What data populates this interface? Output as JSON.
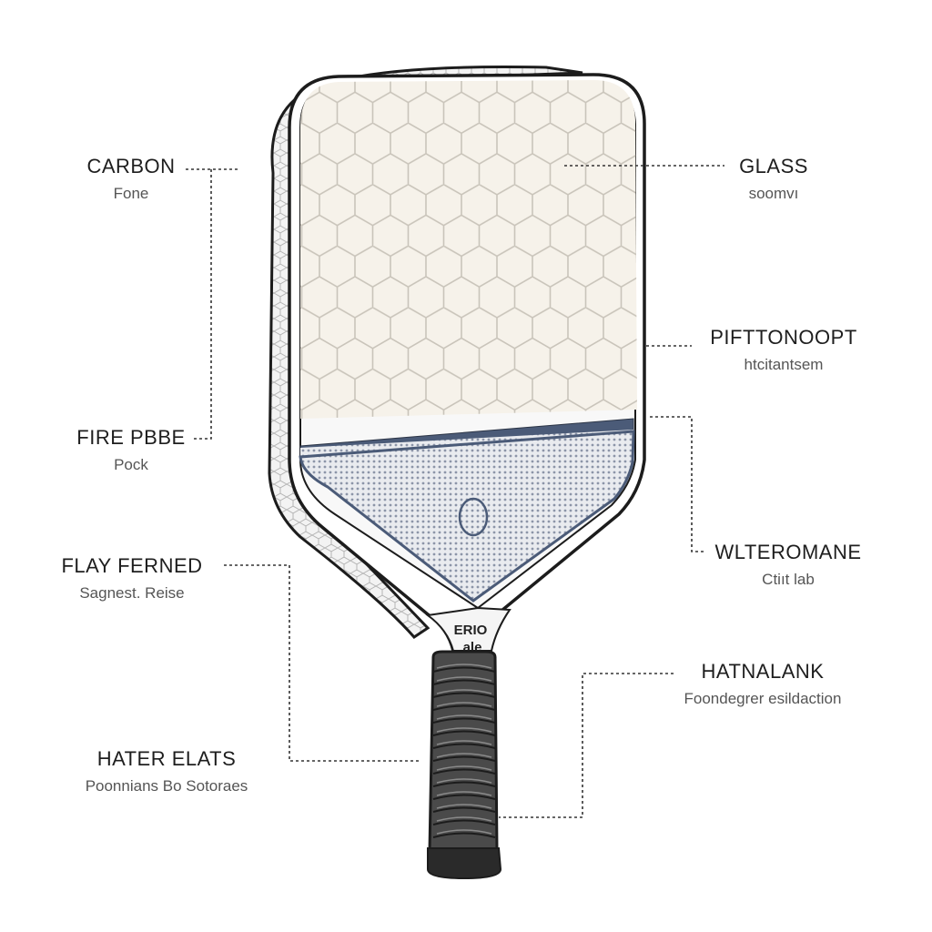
{
  "colors": {
    "outline": "#1c1c1c",
    "face": "#f6f2ea",
    "hex_line": "#c9c4ba",
    "accent_band": "#4b5b78",
    "mesh": "#8c95a8",
    "mesh_fill": "#e9ebef",
    "grip": "#3b3b3b",
    "grip_light": "#8a8a8a",
    "leader": "#333333"
  },
  "handle_brand": {
    "line1": "ERIO",
    "line2": "ale"
  },
  "labels": [
    {
      "id": "carbon",
      "title": "CARBON",
      "subtitle": "Fone"
    },
    {
      "id": "glass",
      "title": "GLASS",
      "subtitle": "soomvı"
    },
    {
      "id": "pifttonoopt",
      "title": "PIFTTONOOPT",
      "subtitle": "htcitantsem"
    },
    {
      "id": "fire-pbbe",
      "title": "FIRE PBBE",
      "subtitle": "Pock"
    },
    {
      "id": "wlteromane",
      "title": "WLTEROMANE",
      "subtitle": "Ctiıt lab"
    },
    {
      "id": "flay-ferned",
      "title": "FLAY FERNED",
      "subtitle": "Sagnest. Reise"
    },
    {
      "id": "hatnalank",
      "title": "HATNALANK",
      "subtitle": "Foondegrer esildaction"
    },
    {
      "id": "hater-elats",
      "title": "HATER ELATS",
      "subtitle": "Poonnians Bo Sotoraes"
    }
  ]
}
